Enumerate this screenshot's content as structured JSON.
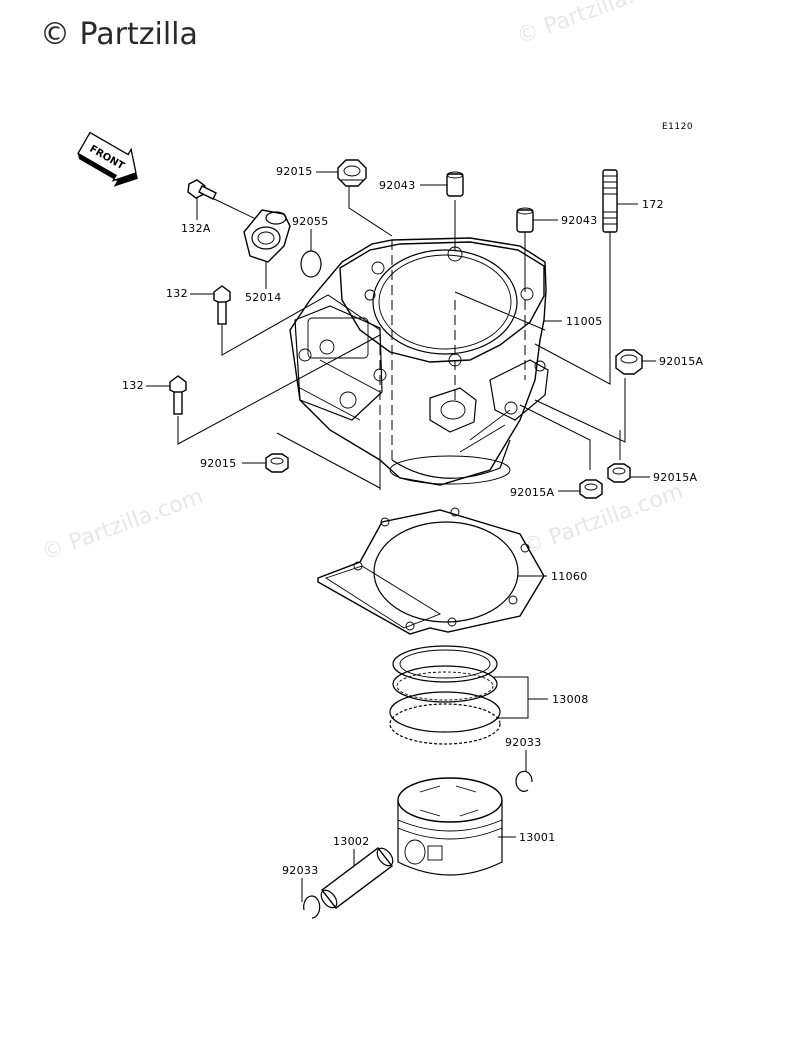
{
  "watermarks": {
    "main": "© Partzilla",
    "corner": "© Partzilla.com",
    "mid_left": "© Partzilla.com",
    "mid_right": "© Partzilla.com"
  },
  "diagram_code": "E1120",
  "front_label": "FRONT",
  "callouts": {
    "p92015_top": "92015",
    "p92043_a": "92043",
    "p92043_b": "92043",
    "p172": "172",
    "p132A": "132A",
    "p92055": "92055",
    "p52014": "52014",
    "p132_a": "132",
    "p132_b": "132",
    "p11005": "11005",
    "p92015A_a": "92015A",
    "p92015_b": "92015",
    "p92015A_b": "92015A",
    "p92015A_c": "92015A",
    "p11060": "11060",
    "p13008": "13008",
    "p92033_a": "92033",
    "p13001": "13001",
    "p13002": "13002",
    "p92033_b": "92033"
  }
}
